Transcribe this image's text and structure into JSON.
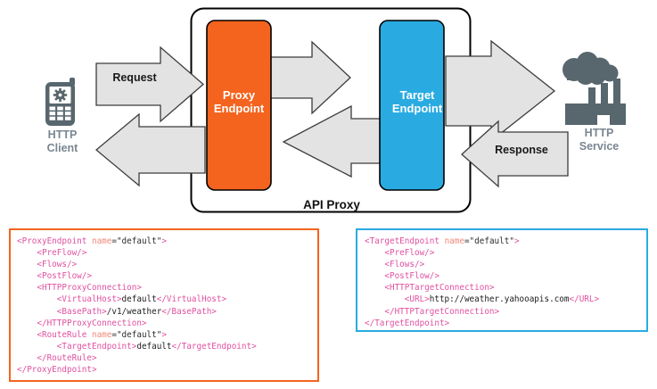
{
  "diagram": {
    "title": "API Proxy request/response flow",
    "api_proxy_caption": "API Proxy",
    "nodes": [
      {
        "id": "http-client",
        "caption": "HTTP\nClient",
        "icon": "mobile-phone-gear-icon",
        "color": "#58666e"
      },
      {
        "id": "proxy-endpoint",
        "label": "Proxy\nEndpoint",
        "color": "#f4641e"
      },
      {
        "id": "target-endpoint",
        "label": "Target\nEndpoint",
        "color": "#29abe2"
      },
      {
        "id": "http-service",
        "caption": "HTTP\nService",
        "icon": "factory-cloud-icon",
        "color": "#58666e"
      }
    ],
    "arrows": [
      {
        "id": "request-arrow",
        "label": "Request",
        "direction": "right"
      },
      {
        "id": "proxy-to-target-arrow",
        "label": "",
        "direction": "right"
      },
      {
        "id": "target-to-service-arrow",
        "label": "",
        "direction": "right"
      },
      {
        "id": "client-return-arrow",
        "label": "",
        "direction": "left"
      },
      {
        "id": "target-to-proxy-arrow",
        "label": "",
        "direction": "left"
      },
      {
        "id": "response-arrow",
        "label": "Response",
        "direction": "left"
      }
    ],
    "colors": {
      "proxy_endpoint": "#f4641e",
      "target_endpoint": "#29abe2",
      "arrow_fill": "#e3e3e3",
      "arrow_stroke": "#3c3c3c",
      "icon_gray": "#58666e",
      "caption_gray": "#7a8691",
      "outline": "#000000"
    }
  },
  "proxy_xml": {
    "border_color": "#f4641e",
    "lines": [
      [
        {
          "t": "tag",
          "s": "<ProxyEndpoint "
        },
        {
          "t": "attr",
          "s": "name"
        },
        {
          "t": "val",
          "s": "=\"default\""
        },
        {
          "t": "tag",
          "s": ">"
        }
      ],
      [
        {
          "t": "tag",
          "s": "    <PreFlow/>"
        }
      ],
      [
        {
          "t": "tag",
          "s": "    <Flows/>"
        }
      ],
      [
        {
          "t": "tag",
          "s": "    <PostFlow/>"
        }
      ],
      [
        {
          "t": "tag",
          "s": "    <HTTPProxyConnection>"
        }
      ],
      [
        {
          "t": "tag",
          "s": "        <VirtualHost>"
        },
        {
          "t": "txt",
          "s": "default"
        },
        {
          "t": "tag",
          "s": "</VirtualHost>"
        }
      ],
      [
        {
          "t": "tag",
          "s": "        <BasePath>"
        },
        {
          "t": "txt",
          "s": "/v1/weather"
        },
        {
          "t": "tag",
          "s": "</BasePath>"
        }
      ],
      [
        {
          "t": "tag",
          "s": "    </HTTPProxyConnection>"
        }
      ],
      [
        {
          "t": "tag",
          "s": "    <RouteRule "
        },
        {
          "t": "attr",
          "s": "name"
        },
        {
          "t": "val",
          "s": "=\"default\""
        },
        {
          "t": "tag",
          "s": ">"
        }
      ],
      [
        {
          "t": "tag",
          "s": "        <TargetEndpoint>"
        },
        {
          "t": "txt",
          "s": "default"
        },
        {
          "t": "tag",
          "s": "</TargetEndpoint>"
        }
      ],
      [
        {
          "t": "tag",
          "s": "    </RouteRule>"
        }
      ],
      [
        {
          "t": "tag",
          "s": "</ProxyEndpoint>"
        }
      ]
    ]
  },
  "target_xml": {
    "border_color": "#29abe2",
    "lines": [
      [
        {
          "t": "tag",
          "s": "<TargetEndpoint "
        },
        {
          "t": "attr",
          "s": "name"
        },
        {
          "t": "val",
          "s": "=\"default\""
        },
        {
          "t": "tag",
          "s": ">"
        }
      ],
      [
        {
          "t": "tag",
          "s": "    <PreFlow/>"
        }
      ],
      [
        {
          "t": "tag",
          "s": "    <Flows/>"
        }
      ],
      [
        {
          "t": "tag",
          "s": "    <PostFlow/>"
        }
      ],
      [
        {
          "t": "tag",
          "s": "    <HTTPTargetConnection>"
        }
      ],
      [
        {
          "t": "tag",
          "s": "        <URL>"
        },
        {
          "t": "txt",
          "s": "http://weather.yahooapis.com"
        },
        {
          "t": "tag",
          "s": "</URL>"
        }
      ],
      [
        {
          "t": "tag",
          "s": "    </HTTPTargetConnection>"
        }
      ],
      [
        {
          "t": "tag",
          "s": "</TargetEndpoint>"
        }
      ]
    ]
  }
}
